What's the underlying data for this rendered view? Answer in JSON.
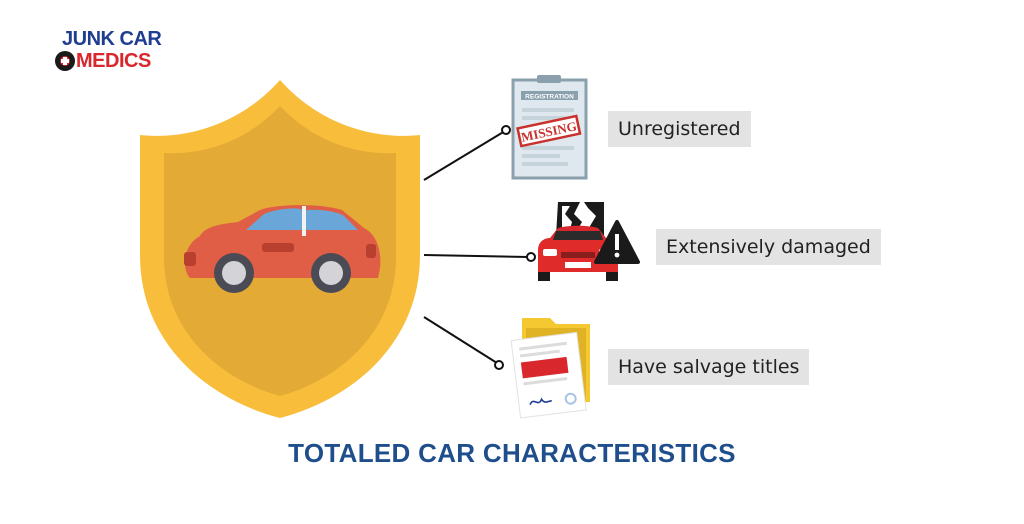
{
  "brand": {
    "line1": "JUNK CAR",
    "line2": "MEDICS",
    "colors": {
      "blue": "#1f3d91",
      "red": "#d9272e"
    }
  },
  "title": "TOTALED CAR CHARACTERISTICS",
  "items": [
    {
      "label": "Unregistered",
      "icon": "registration-missing-icon",
      "doc_header": "REGISTRATION",
      "stamp": "MISSING"
    },
    {
      "label": "Extensively damaged",
      "icon": "damaged-car-warning-icon"
    },
    {
      "label": "Have salvage titles",
      "icon": "salvage-title-folder-icon"
    }
  ],
  "colors": {
    "shield_outer": "#f8bd3b",
    "shield_inner": "#e3aa35",
    "car_body": "#df5e45",
    "car_window": "#6aa6d8",
    "title": "#1f4e8c",
    "label_bg": "#e3e3e3"
  }
}
